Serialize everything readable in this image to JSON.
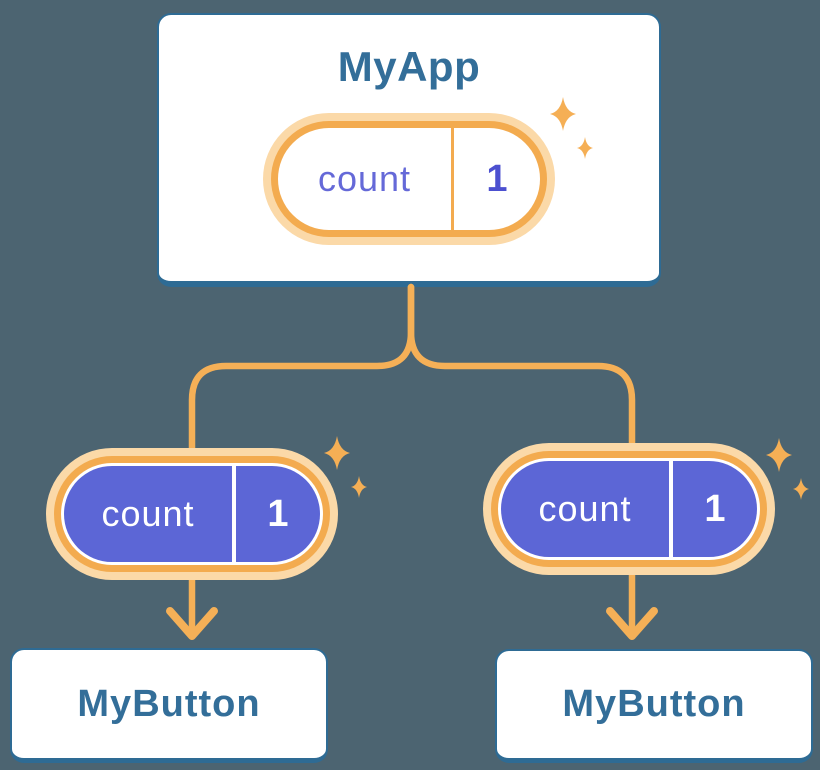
{
  "diagram": {
    "root": {
      "title": "MyApp",
      "state": {
        "key": "count",
        "value": "1"
      }
    },
    "children": [
      {
        "title": "MyButton",
        "state": {
          "key": "count",
          "value": "1"
        }
      },
      {
        "title": "MyButton",
        "state": {
          "key": "count",
          "value": "1"
        }
      }
    ]
  },
  "icons": {
    "sparkle": "sparkle-icon",
    "arrow": "arrow-down-icon"
  },
  "colors": {
    "background": "#4C6471",
    "node_border_blue": "#2E6B94",
    "node_text_blue": "#336E99",
    "connector_orange": "#F5B057",
    "pill_ring_orange": "#F3AB4F",
    "pill_glow_orange": "#FBD9A8",
    "pill_fill_purple": "#5C66D6",
    "pill_key_text_purple": "#6569D8",
    "pill_value_text_purple": "#4C50D0",
    "pill_text_white": "#FFFFFF"
  }
}
